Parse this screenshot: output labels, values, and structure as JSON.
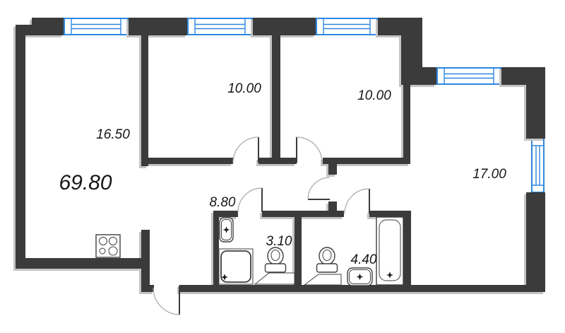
{
  "total_area": {
    "label": "69.80"
  },
  "rooms": [
    {
      "id": "living-kitchen",
      "area": "16.50"
    },
    {
      "id": "room-1",
      "area": "10.00"
    },
    {
      "id": "room-2",
      "area": "10.00"
    },
    {
      "id": "room-3",
      "area": "17.00"
    },
    {
      "id": "hallway",
      "area": "8.80"
    },
    {
      "id": "bathroom-1",
      "area": "3.10"
    },
    {
      "id": "bathroom-2",
      "area": "4.40"
    }
  ],
  "fixtures": [
    "stove-icon",
    "sink-icon",
    "shower-icon",
    "toilet-icon",
    "bathtub-icon",
    "tap-icon",
    "window-icon",
    "door-swing-icon"
  ],
  "colors": {
    "wall": "#3b3b3b",
    "window_frame": "#2f87e0",
    "door_arc": "#a8a8a8",
    "fixture_outline": "#3f3f3f",
    "shadow": "#c4c4c4",
    "label_text": "#161616",
    "background": "#ffffff"
  }
}
